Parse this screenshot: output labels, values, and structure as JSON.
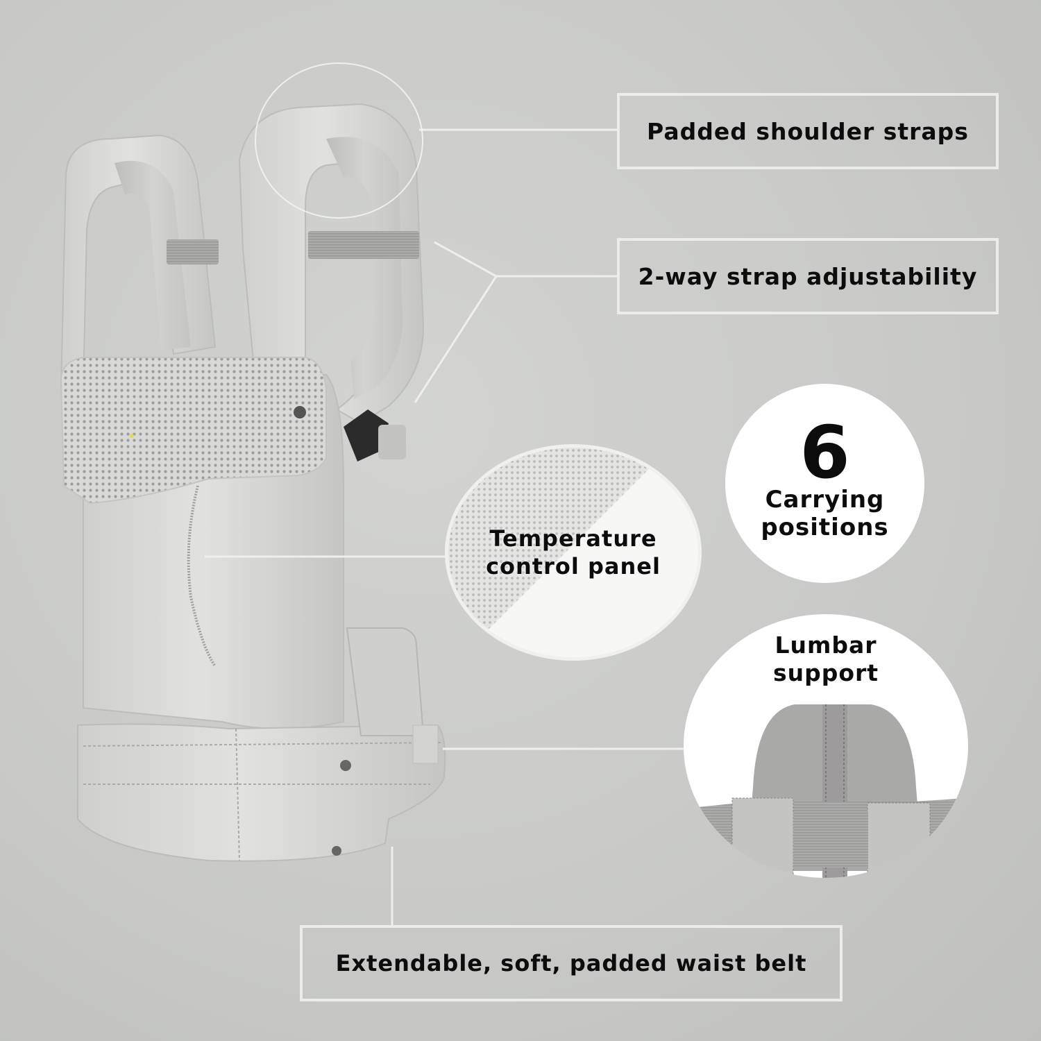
{
  "product": {
    "name": "baby-carrier",
    "color_theme": "#c9cac8"
  },
  "features": {
    "shoulder_straps": "Padded shoulder straps",
    "strap_adjust": "2-way strap adjustability",
    "positions": {
      "number": "6",
      "line1": "Carrying",
      "line2": "positions"
    },
    "temperature": {
      "line1": "Temperature",
      "line2": "control panel"
    },
    "lumbar": {
      "line1": "Lumbar",
      "line2": "support"
    },
    "waist_belt": "Extendable, soft, padded waist belt"
  },
  "colors": {
    "background": "#c9cac8",
    "line": "#efefee",
    "fabric": "#dcdcd9",
    "fabric_shadow": "#b7b7b4",
    "mesh": "#d6d6d5",
    "elastic": "#a7a7a6",
    "buckle": "#2b2b2b",
    "text": "#0c0c0c"
  }
}
